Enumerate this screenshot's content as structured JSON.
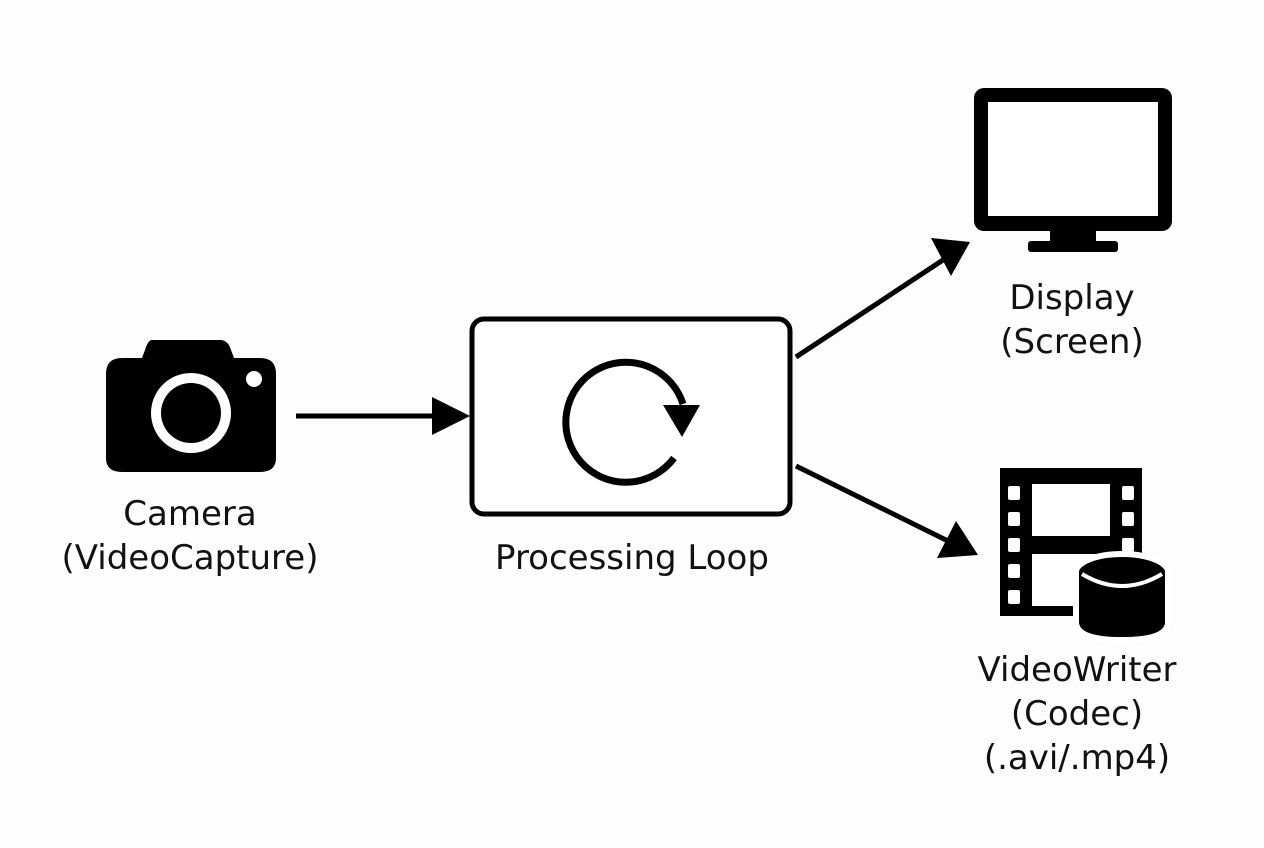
{
  "nodes": {
    "camera": {
      "icon": "camera-icon",
      "line1": "Camera",
      "line2": "(VideoCapture)"
    },
    "processing": {
      "icon": "refresh-loop-icon",
      "line1": "Processing Loop"
    },
    "display": {
      "icon": "monitor-icon",
      "line1": "Display",
      "line2": "(Screen)"
    },
    "writer": {
      "icon": "film-storage-icon",
      "line1": "VideoWriter",
      "line2": "(Codec)",
      "line3": "(.avi/.mp4)"
    }
  },
  "edges": [
    {
      "from": "camera",
      "to": "processing"
    },
    {
      "from": "processing",
      "to": "display"
    },
    {
      "from": "processing",
      "to": "writer"
    }
  ],
  "colors": {
    "ink": "#000000",
    "text": "#111111",
    "background": "#fdfdfd"
  }
}
